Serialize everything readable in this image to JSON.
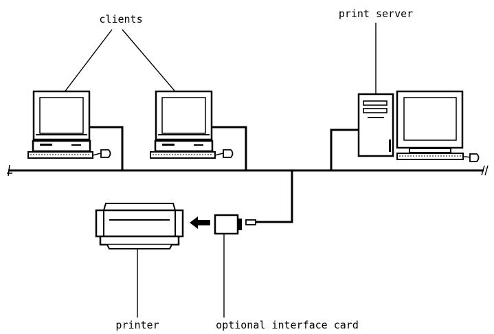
{
  "labels": {
    "clients": "clients",
    "print_server": "print server",
    "printer": "printer",
    "interface_card": "optional interface card"
  },
  "icons": [
    "computer-icon",
    "mouse-icon",
    "tower-icon",
    "printer-icon",
    "interface-card-icon",
    "arrow-left-icon"
  ],
  "colors": {
    "ink": "#000000",
    "background": "#ffffff"
  }
}
